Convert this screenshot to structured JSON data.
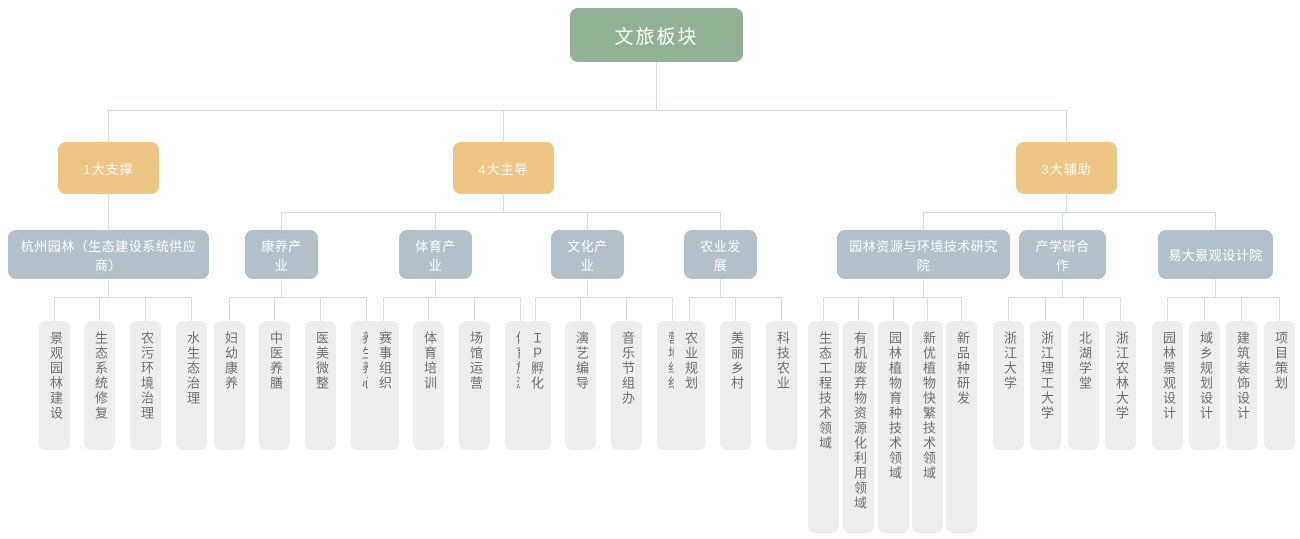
{
  "diagram": {
    "title": "文旅板块",
    "type": "org-chart",
    "colors": {
      "root": "#92b195",
      "level2": "#eec582",
      "level3": "#b2c0c9",
      "leaf_bg": "#ededed",
      "leaf_text": "#6f6f6f",
      "connector": "#d6dade"
    },
    "root": {
      "label": "文旅板块"
    },
    "level2": [
      {
        "label": "1大支撑"
      },
      {
        "label": "4大主导"
      },
      {
        "label": "3大辅助"
      }
    ],
    "level3": [
      {
        "label": "杭州园林（生态建设系统供应商）"
      },
      {
        "label": "康养产业"
      },
      {
        "label": "体育产业"
      },
      {
        "label": "文化产业"
      },
      {
        "label": "农业发展"
      },
      {
        "label": "园林资源与环境技术研究院"
      },
      {
        "label": "产学研合作"
      },
      {
        "label": "易大景观设计院"
      }
    ],
    "leaves": [
      {
        "label": "景观园林建设"
      },
      {
        "label": "生态系统修复"
      },
      {
        "label": "农污环境治理"
      },
      {
        "label": "水生态治理"
      },
      {
        "label": "妇幼康养"
      },
      {
        "label": "中医养膳"
      },
      {
        "label": "医美微整"
      },
      {
        "label": "养生养心"
      },
      {
        "label": "赛事组织"
      },
      {
        "label": "体育培训"
      },
      {
        "label": "场馆运营"
      },
      {
        "label": "体育旅游"
      },
      {
        "label": "Ｉｐ孵化"
      },
      {
        "label": "演艺编导"
      },
      {
        "label": "音乐节组办"
      },
      {
        "label": "营地组织"
      },
      {
        "label": "农业规划"
      },
      {
        "label": "美丽乡村"
      },
      {
        "label": "科技农业"
      },
      {
        "label": "生态工程技术领域"
      },
      {
        "label": "有机废弃物资源化利用领域"
      },
      {
        "label": "园林植物育种技术领域"
      },
      {
        "label": "新优植物快繁技术领域"
      },
      {
        "label": "新品种研发"
      },
      {
        "label": "浙江大学"
      },
      {
        "label": "浙江理工大学"
      },
      {
        "label": "北湖学堂"
      },
      {
        "label": "浙江农林大学"
      },
      {
        "label": "园林景观设计"
      },
      {
        "label": "域乡规划设计"
      },
      {
        "label": "建筑装饰设计"
      },
      {
        "label": "项目策划"
      }
    ]
  }
}
